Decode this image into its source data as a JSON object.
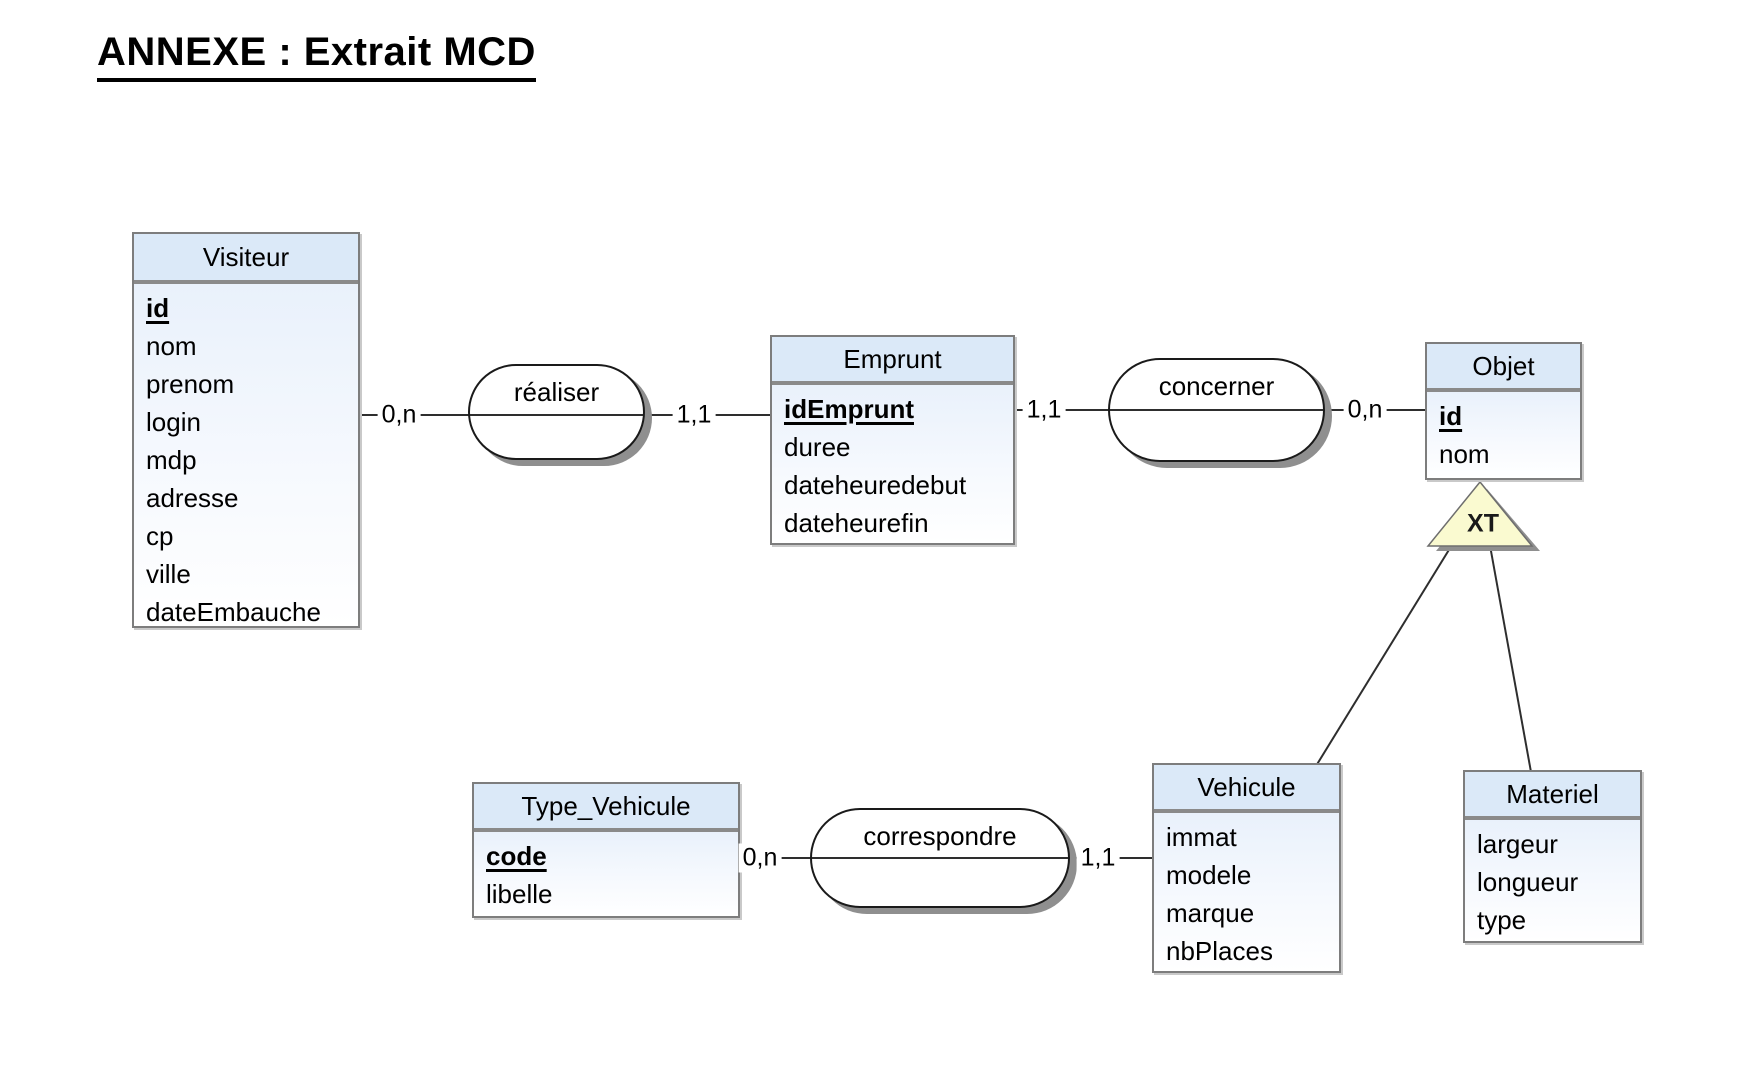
{
  "page": {
    "title": "ANNEXE : Extrait MCD"
  },
  "diagram": {
    "entities": [
      {
        "name": "Visiteur",
        "attributes": [
          {
            "label": "id",
            "pk": true
          },
          {
            "label": "nom",
            "pk": false
          },
          {
            "label": "prenom",
            "pk": false
          },
          {
            "label": "login",
            "pk": false
          },
          {
            "label": "mdp",
            "pk": false
          },
          {
            "label": "adresse",
            "pk": false
          },
          {
            "label": "cp",
            "pk": false
          },
          {
            "label": "ville",
            "pk": false
          },
          {
            "label": "dateEmbauche",
            "pk": false
          }
        ]
      },
      {
        "name": "Emprunt",
        "attributes": [
          {
            "label": "idEmprunt",
            "pk": true
          },
          {
            "label": "duree",
            "pk": false
          },
          {
            "label": "dateheuredebut",
            "pk": false
          },
          {
            "label": "dateheurefin",
            "pk": false
          }
        ]
      },
      {
        "name": "Objet",
        "attributes": [
          {
            "label": "id",
            "pk": true
          },
          {
            "label": "nom",
            "pk": false
          }
        ]
      },
      {
        "name": "Type_Vehicule",
        "attributes": [
          {
            "label": "code",
            "pk": true
          },
          {
            "label": "libelle",
            "pk": false
          }
        ]
      },
      {
        "name": "Vehicule",
        "attributes": [
          {
            "label": "immat",
            "pk": false
          },
          {
            "label": "modele",
            "pk": false
          },
          {
            "label": "marque",
            "pk": false
          },
          {
            "label": "nbPlaces",
            "pk": false
          }
        ]
      },
      {
        "name": "Materiel",
        "attributes": [
          {
            "label": "largeur",
            "pk": false
          },
          {
            "label": "longueur",
            "pk": false
          },
          {
            "label": "type",
            "pk": false
          }
        ]
      }
    ],
    "relations": [
      {
        "label": "réaliser"
      },
      {
        "label": "concerner"
      },
      {
        "label": "correspondre"
      }
    ],
    "cardinalities": [
      {
        "label": "0,n",
        "between": "Visiteur-réaliser"
      },
      {
        "label": "1,1",
        "between": "réaliser-Emprunt"
      },
      {
        "label": "1,1",
        "between": "Emprunt-concerner"
      },
      {
        "label": "0,n",
        "between": "concerner-Objet"
      },
      {
        "label": "0,n",
        "between": "Type_Vehicule-correspondre"
      },
      {
        "label": "1,1",
        "between": "correspondre-Vehicule"
      }
    ],
    "inheritance": {
      "label": "XT",
      "parent": "Objet",
      "children": "Vehicule, Materiel"
    },
    "colors": {
      "entity_header": "#dbe9f8",
      "entity_body_top": "#e9f1fb",
      "entity_border": "#7d7d7d",
      "relation_fill": "#ffffff",
      "relation_border": "#1a1a1a",
      "line": "#2e2e2e",
      "shadow": "#8f8f8f",
      "triangle_fill": "#fafad0"
    }
  }
}
